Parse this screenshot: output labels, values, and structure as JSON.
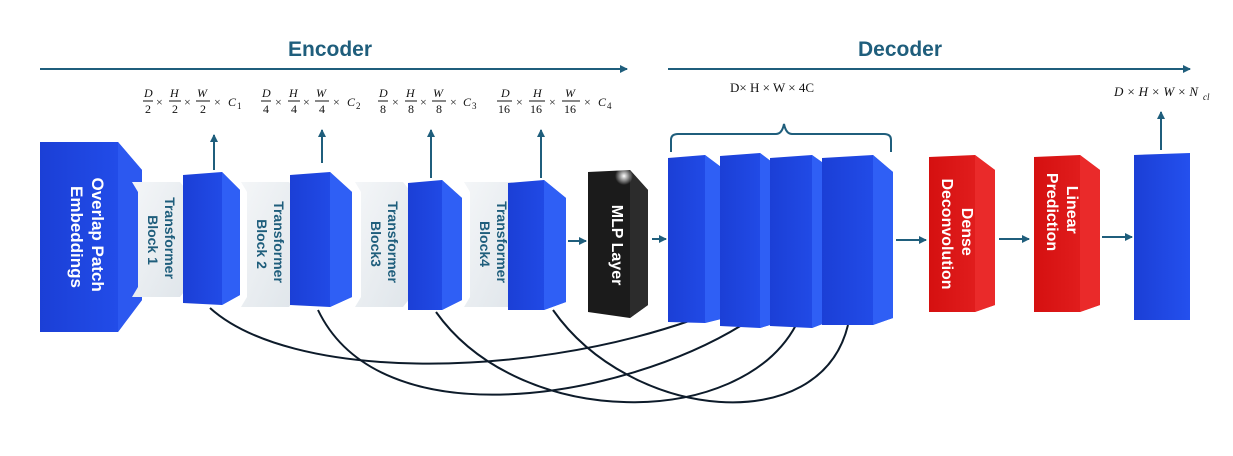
{
  "encoder": {
    "label": "Encoder"
  },
  "decoder": {
    "label": "Decoder"
  },
  "blocks": {
    "patch_embed": [
      "Overlap Patch",
      "Embeddings"
    ],
    "transformer_1": [
      "Transformer",
      "Block 1"
    ],
    "transformer_2": [
      "Transformer",
      "Block 2"
    ],
    "transformer_3": [
      "Transformer",
      "Block3"
    ],
    "transformer_4": [
      "Transformer",
      "Block4"
    ],
    "mlp": "MLP Layer",
    "dense_deconv": [
      "Dense",
      "Deconvolution"
    ],
    "linear_pred": [
      "Linear",
      "Prediction"
    ]
  },
  "dims": {
    "stage1": {
      "D": "D",
      "num": [
        "H",
        "W"
      ],
      "den": "2",
      "C": "C",
      "sub": "1"
    },
    "stage2": {
      "D": "D",
      "num": [
        "H",
        "W"
      ],
      "den": "4",
      "C": "C",
      "sub": "2"
    },
    "stage3": {
      "D": "D",
      "num": [
        "H",
        "W"
      ],
      "den": "8",
      "C": "C",
      "sub": "3"
    },
    "stage4": {
      "D": "D",
      "num": [
        "H",
        "W"
      ],
      "den": "16",
      "C": "C",
      "sub": "4"
    },
    "concat": "D× H × W × 4C",
    "output_main": "D × H × W × N",
    "output_sub": "cl"
  },
  "colors": {
    "accent": "#1f5e7c",
    "feature_blue": "#1a3fd8",
    "decoder_red": "#d81414",
    "mlp_black": "#1a1a1a",
    "transformer_grey": "#e8ecf0"
  }
}
